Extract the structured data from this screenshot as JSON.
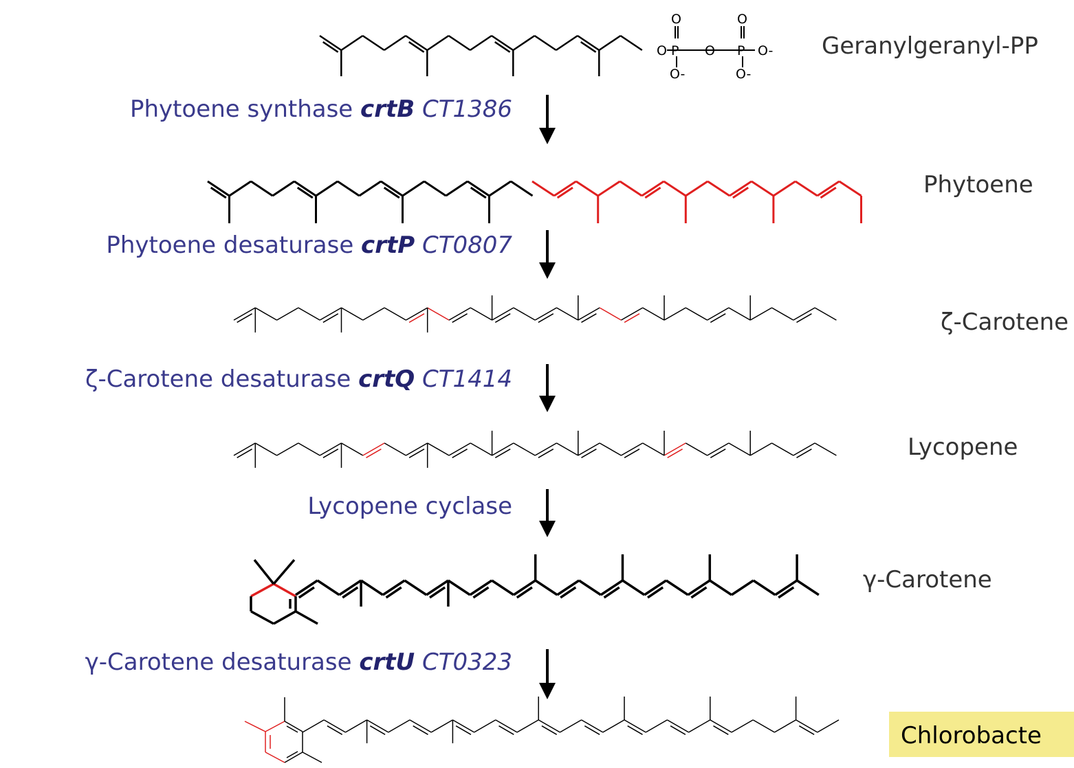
{
  "colors": {
    "black": "#000000",
    "red": "#e02020",
    "enzyme_text": "#3a3a8c",
    "gene_text": "#23236e",
    "highlight": "#f5eb8e"
  },
  "compounds": [
    "Geranylgeranyl-PP",
    "Phytoene",
    "ζ-Carotene",
    "Lycopene",
    "γ-Carotene",
    "Chlorobacte"
  ],
  "steps": [
    {
      "enzyme": "Phytoene synthase",
      "gene": "crtB",
      "locus": "CT1386"
    },
    {
      "enzyme": "Phytoene desaturase",
      "gene": "crtP",
      "locus": "CT0807"
    },
    {
      "enzyme": "ζ-Carotene desaturase",
      "gene": "crtQ",
      "locus": "CT1414"
    },
    {
      "enzyme": "Lycopene cyclase",
      "gene": "",
      "locus": ""
    },
    {
      "enzyme": "γ-Carotene desaturase",
      "gene": "crtU",
      "locus": "CT0323"
    }
  ],
  "phosphate_atoms": {
    "o": "O",
    "o_minus": "O-",
    "p": "P"
  }
}
